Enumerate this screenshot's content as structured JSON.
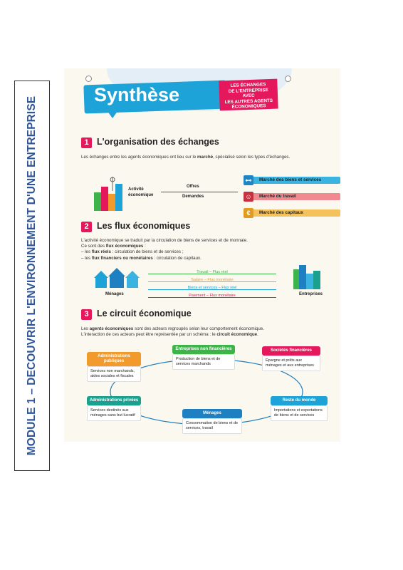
{
  "sidebar": {
    "text": "MODULE 1 – DECOUVRIR L'ENVIRONNEMENT D'UNE ENTREPRISE"
  },
  "header": {
    "title": "Synthèse",
    "tag_lines": [
      "LES ÉCHANGES",
      "DE L'ENTREPRISE AVEC",
      "LES AUTRES AGENTS",
      "ÉCONOMIQUES"
    ]
  },
  "section1": {
    "num": "1",
    "title": "L'organisation des échanges",
    "text_a": "Les échanges entre les agents économiques ont lieu sur le ",
    "text_b": "marché",
    "text_c": ", spécialisé selon les types d'échanges.",
    "activity": "Activité économique",
    "offres": "Offres",
    "demandes": "Demandes",
    "markets": [
      {
        "label": "Marché des biens et services",
        "color": "#3ab3e0",
        "icon": "cart-icon",
        "glyph": "⊷"
      },
      {
        "label": "Marché du travail",
        "color": "#f08a90",
        "icon": "worker-icon",
        "glyph": "☺"
      },
      {
        "label": "Marché des capitaux",
        "color": "#f4c25c",
        "icon": "euro-icon",
        "glyph": "€"
      }
    ],
    "accent": "#e5185d"
  },
  "section2": {
    "num": "2",
    "title": "Les flux économiques",
    "line1": "L'activité économique se traduit par la circulation de biens de services et de monnaie.",
    "line2a": "Ce sont des ",
    "line2b": "flux économiques",
    "line2c": " :",
    "line3a": "– les ",
    "line3b": "flux réels",
    "line3c": " : circulation de biens et de services ;",
    "line4a": "– les ",
    "line4b": "flux financiers ou monétaires",
    "line4c": " : circulation de capitaux.",
    "menages": "Ménages",
    "entreprises": "Entreprises",
    "flows": [
      {
        "label": "Travail – Flux réel",
        "color": "#3db34a",
        "dir": "right"
      },
      {
        "label": "Salaire – Flux monétaire",
        "color": "#f39a2c",
        "dir": "left"
      },
      {
        "label": "Biens et services – Flux réel",
        "color": "#1ea3d8",
        "dir": "left"
      },
      {
        "label": "Paiement – Flux monétaire",
        "color": "#e5185d",
        "dir": "right"
      }
    ]
  },
  "section3": {
    "num": "3",
    "title": "Le circuit économique",
    "line1a": "Les ",
    "line1b": "agents économiques",
    "line1c": " sont des acteurs regroupés selon leur comportement économique.",
    "line2a": "L'interaction de ces acteurs peut être représentée par un schéma : le ",
    "line2b": "circuit économique",
    "line2c": ".",
    "nodes": {
      "admin_pub": {
        "head": "Administrations publiques",
        "body": "Services non marchands, aides sociales et fiscales",
        "color": "#f39a2c"
      },
      "entreprises": {
        "head": "Entreprises non financières",
        "body": "Production de biens et de services marchands",
        "color": "#3db34a"
      },
      "societes": {
        "head": "Sociétés financières",
        "body": "Épargne et prêts aux ménages et aux entreprises",
        "color": "#e5185d"
      },
      "admin_priv": {
        "head": "Administrations privées",
        "body": "Services destinés aux ménages sans but lucratif",
        "color": "#1aa08f"
      },
      "menages": {
        "head": "Ménages",
        "body": "Consommation de biens et de services, travail",
        "color": "#1e7fc1"
      },
      "reste": {
        "head": "Reste du monde",
        "body": "Importations et exportations de biens et de services",
        "color": "#1ea3d8"
      }
    }
  }
}
